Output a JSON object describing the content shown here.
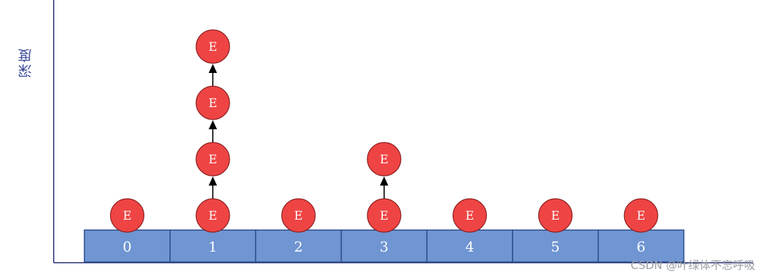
{
  "diagram": {
    "ylabel": "深度",
    "node_label": "E",
    "buckets": [
      "0",
      "1",
      "2",
      "3",
      "4",
      "5",
      "6"
    ],
    "chains": [
      1,
      4,
      1,
      2,
      1,
      1,
      1
    ],
    "colors": {
      "bucket_fill": "#6f95d2",
      "bucket_stroke": "#2b4a8a",
      "node_fill": "#ef4444",
      "axis": "#1e2a6e"
    }
  },
  "watermark": "CSDN @叶绿体不忘呼吸"
}
